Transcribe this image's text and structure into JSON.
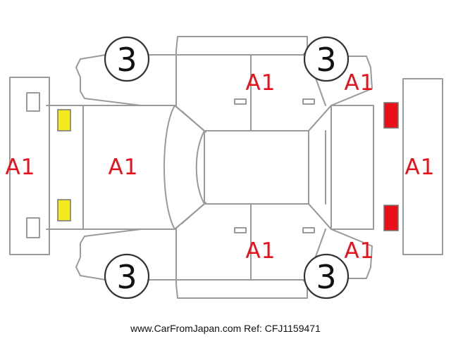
{
  "diagram": {
    "panel_labels": {
      "roof": "A1",
      "front_bumper": "A1",
      "rear_bumper": "A1",
      "right_doors": "A1",
      "left_doors": "A1",
      "right_rear_fender": "A1",
      "left_rear_fender": "A1"
    },
    "wheel_grades": {
      "front_right": "3",
      "rear_right": "3",
      "front_left": "3",
      "rear_left": "3"
    },
    "light_colors": {
      "front": "#f2ea1e",
      "rear": "#e8101a"
    },
    "accent_color": "#e8101a"
  },
  "footer": {
    "watermark": "www.CarFromJapan.com Ref: CFJ1159471"
  }
}
